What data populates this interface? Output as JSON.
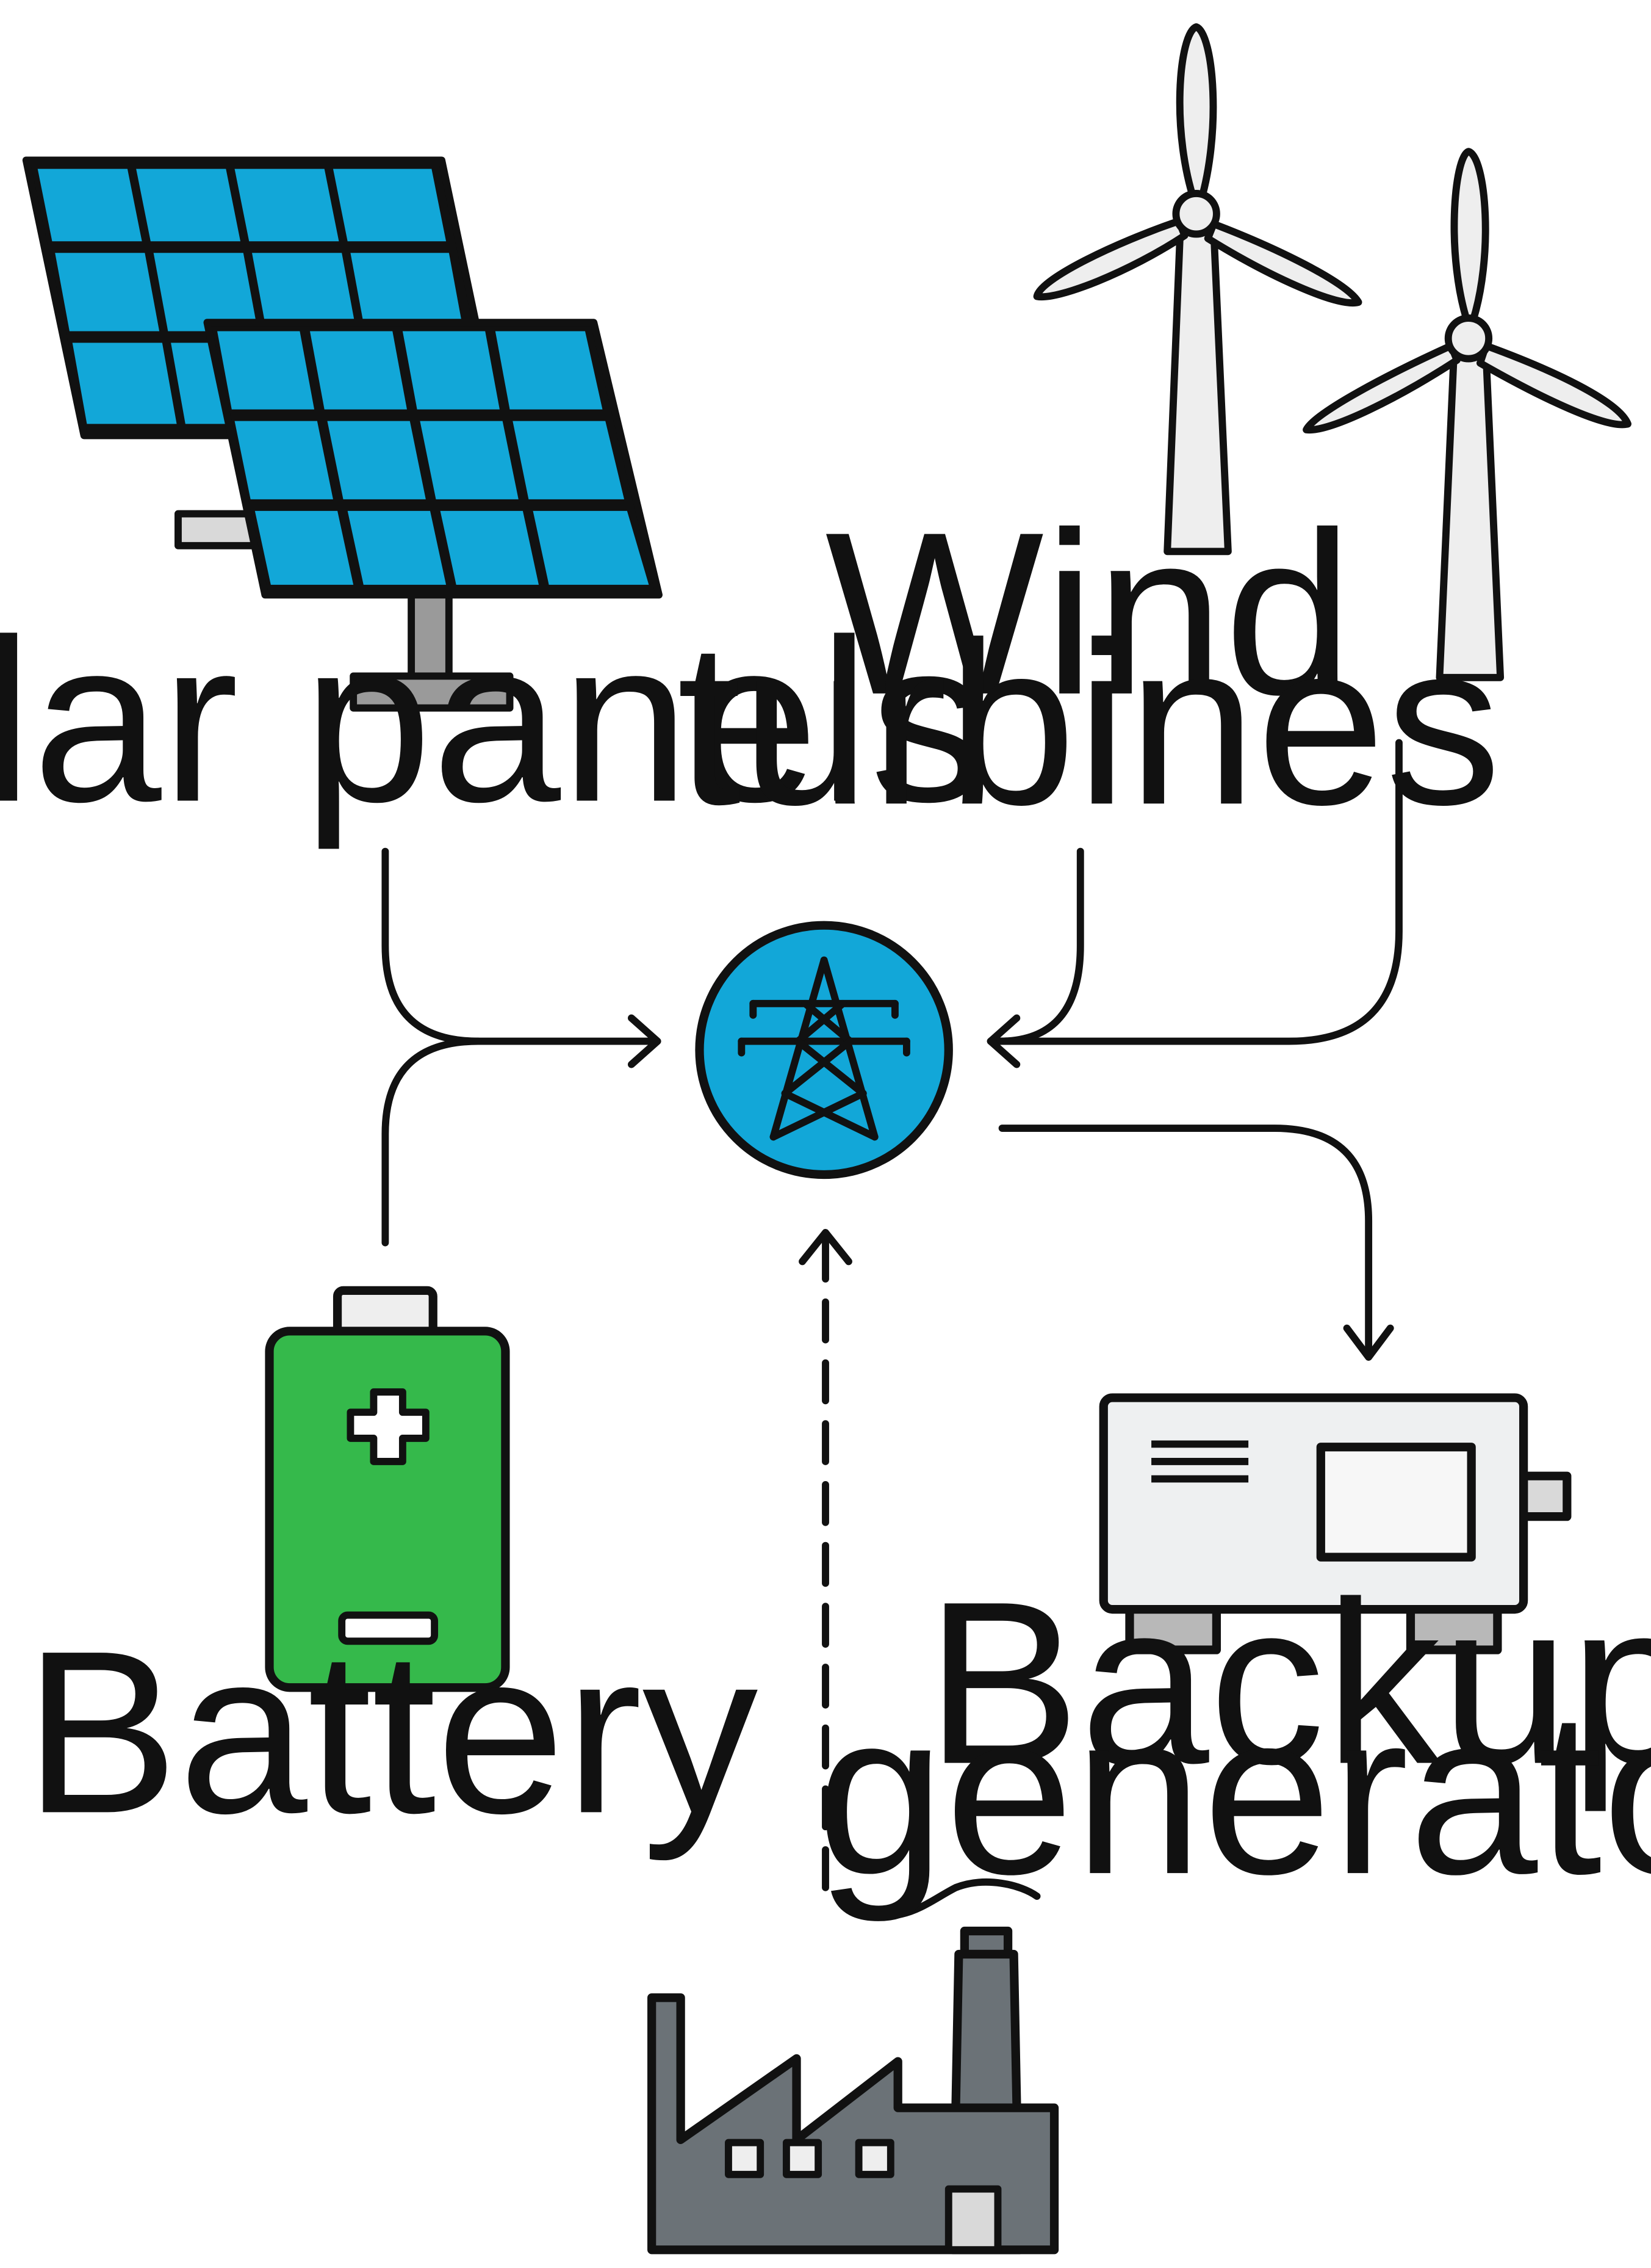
{
  "labels": {
    "solar": "Solar panels",
    "wind_line1": "Wind",
    "wind_line2": "turbines",
    "battery": "Battery",
    "backup_line1": "Backup",
    "backup_line2": "generator"
  },
  "icons": {
    "solar": "solar-panel-icon",
    "wind": "wind-turbine-icon",
    "hub": "transmission-tower-icon",
    "battery": "battery-icon",
    "backup": "generator-icon",
    "factory": "factory-icon"
  },
  "colors": {
    "solar_cell": "#12a7d8",
    "hub": "#12a7d8",
    "battery": "#35b94b",
    "factory": "#6b7277",
    "generator_body": "#eef0f1",
    "line": "#111111"
  }
}
